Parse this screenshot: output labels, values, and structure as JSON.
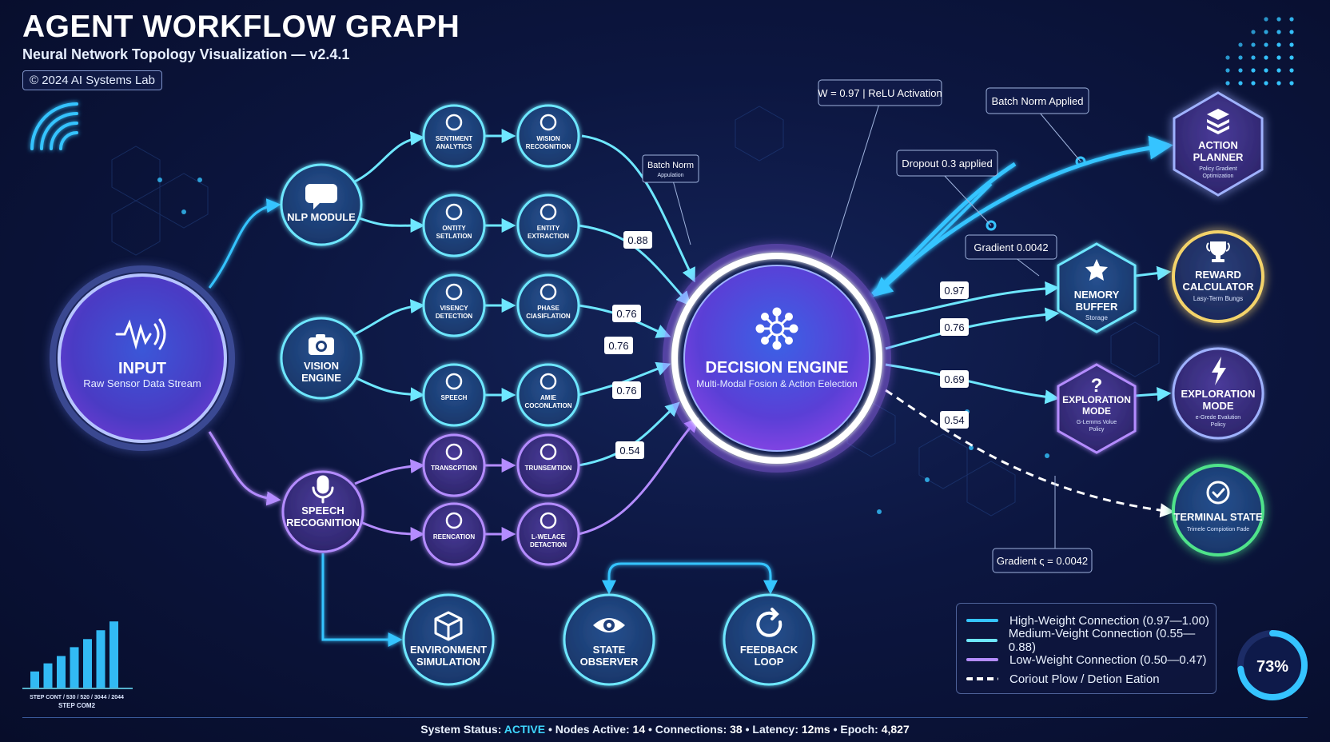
{
  "header": {
    "title": "AGENT WORKFLOW GRAPH",
    "subtitle": "Neural Network Topology Visualization — v2.4.1",
    "copyright": "© 2024 AI Systems Lab"
  },
  "colors": {
    "high": "#35c4ff",
    "medium": "#6ee7ff",
    "low": "#b48cff",
    "accent": "#3fd7ff"
  },
  "nodes": {
    "input": {
      "title": "INPUT",
      "subtitle": "Raw Sensor Data Stream",
      "icon": "waveform-icon"
    },
    "nlp": {
      "title": "NLP MODULE",
      "icon": "chat-bubble-icon"
    },
    "vision": {
      "title": "VISION",
      "title2": "ENGINE",
      "icon": "camera-icon"
    },
    "speech": {
      "title": "SPEECH",
      "title2": "RECOGNITION",
      "icon": "microphone-icon"
    },
    "sentiment": {
      "l1": "SENTIMENT",
      "l2": "ANALYTICS",
      "icon": "smiley-icon"
    },
    "wision": {
      "l1": "WISION",
      "l2": "RECOGNITION",
      "icon": "smiley-icon"
    },
    "entity_set": {
      "l1": "ONTITY",
      "l2": "SETLATION",
      "icon": "tag-icon"
    },
    "entity_ext": {
      "l1": "ENTITY",
      "l2": "EXTRACTION",
      "icon": "target-icon"
    },
    "visency": {
      "l1": "VISENCY",
      "l2": "DETECTION",
      "icon": "camera-icon"
    },
    "phase": {
      "l1": "PHASE",
      "l2": "CIASIFLATION",
      "icon": "image-icon"
    },
    "speech_small": {
      "l1": "SPEECH",
      "l2": "",
      "icon": "smiley-icon"
    },
    "amie": {
      "l1": "AMIE",
      "l2": "COCONLATION",
      "icon": "image-icon"
    },
    "transc": {
      "l1": "TRANSCPTION",
      "l2": "",
      "icon": "audio-wave-icon"
    },
    "transem": {
      "l1": "TRUNSEMTION",
      "l2": "",
      "icon": "audio-wave-icon"
    },
    "reenc": {
      "l1": "REENCATION",
      "l2": "",
      "icon": "globe-icon"
    },
    "lwelace": {
      "l1": "L-WELACE",
      "l2": "DETACTION",
      "icon": "globe-icon"
    },
    "decision": {
      "title": "DECISION ENGINE",
      "subtitle": "Multi-Modal Fosion & Action Eelection",
      "icon": "network-icon"
    },
    "env": {
      "l1": "ENVIRONMENT",
      "l2": "SIMULATION",
      "icon": "cube-icon"
    },
    "state": {
      "l1": "STATE",
      "l2": "OBSERVER",
      "icon": "eye-icon"
    },
    "feedback": {
      "l1": "FEEDBACK",
      "l2": "LOOP",
      "icon": "refresh-icon"
    },
    "memory": {
      "l1": "NEMORY",
      "l2": "BUFFER",
      "l3": "Storage",
      "icon": "star-icon"
    },
    "explore_hex": {
      "l1": "EXPLORATION",
      "l2": "MODE",
      "l3": "G-Lemms Volue",
      "l4": "Policy",
      "icon": "question-icon"
    },
    "action": {
      "l1": "ACTION",
      "l2": "PLANNER",
      "l3": "Policy Gradient",
      "l4": "Optimization",
      "icon": "stack-icon"
    },
    "reward": {
      "l1": "REWARD",
      "l2": "CALCULATOR",
      "l3": "Lasy-Term Bungs",
      "icon": "trophy-icon"
    },
    "explore_circle": {
      "l1": "EXPLORATION",
      "l2": "MODE",
      "l3": "e-Grede Evalution",
      "l4": "Policy",
      "icon": "lightning-icon"
    },
    "terminal": {
      "l1": "TERMINAL STATE",
      "l2": "Trimele Compiotion Fade",
      "icon": "check-circle-icon"
    }
  },
  "callouts": {
    "relu": "W = 0.97 | ReLU Activation",
    "batch_norm_applied": "Batch Norm Applied",
    "dropout": "Dropout 0.3 applied",
    "gradient_top": "Gradient  0.0042",
    "gradient_bottom": "Gradient ς = 0.0042",
    "batch_norm_small": "Batch Norm",
    "batch_norm_small_sub": "Appulation"
  },
  "weights": {
    "w1": "0.88",
    "w2": "0.76",
    "w3": "0.76",
    "w4": "0.76",
    "w5": "0.54",
    "o1": "0.97",
    "o2": "0.76",
    "o3": "0.69",
    "o4": "0.54"
  },
  "legend": {
    "items": [
      {
        "label": "High-Weight Connection (0.97—1.00)",
        "color": "#35c4ff",
        "dashed": false
      },
      {
        "label": "Medium-Veight Connection (0.55—0.88)",
        "color": "#6ee7ff",
        "dashed": false
      },
      {
        "label": "Low-Weight Connection (0.50—0.47)",
        "color": "#b48cff",
        "dashed": false
      },
      {
        "label": "Coriout Plow / Detion Eation",
        "color": "#ffffff",
        "dashed": true
      }
    ]
  },
  "progress": {
    "value": 0.73,
    "label": "73%"
  },
  "bars": {
    "values": [
      0.22,
      0.33,
      0.43,
      0.55,
      0.66,
      0.78,
      0.9
    ],
    "label": "STEP CONT / 530 / 520 / 3044 / 2044",
    "label2": "STEP COM2"
  },
  "status": {
    "system_label": "System Status:",
    "system_value": "ACTIVE",
    "nodes_label": "Nodes Active:",
    "nodes_value": "14",
    "connections_label": "Connections:",
    "connections_value": "38",
    "latency_label": "Latency:",
    "latency_value": "12ms",
    "epoch_label": "Epoch:",
    "epoch_value": "4,827"
  }
}
